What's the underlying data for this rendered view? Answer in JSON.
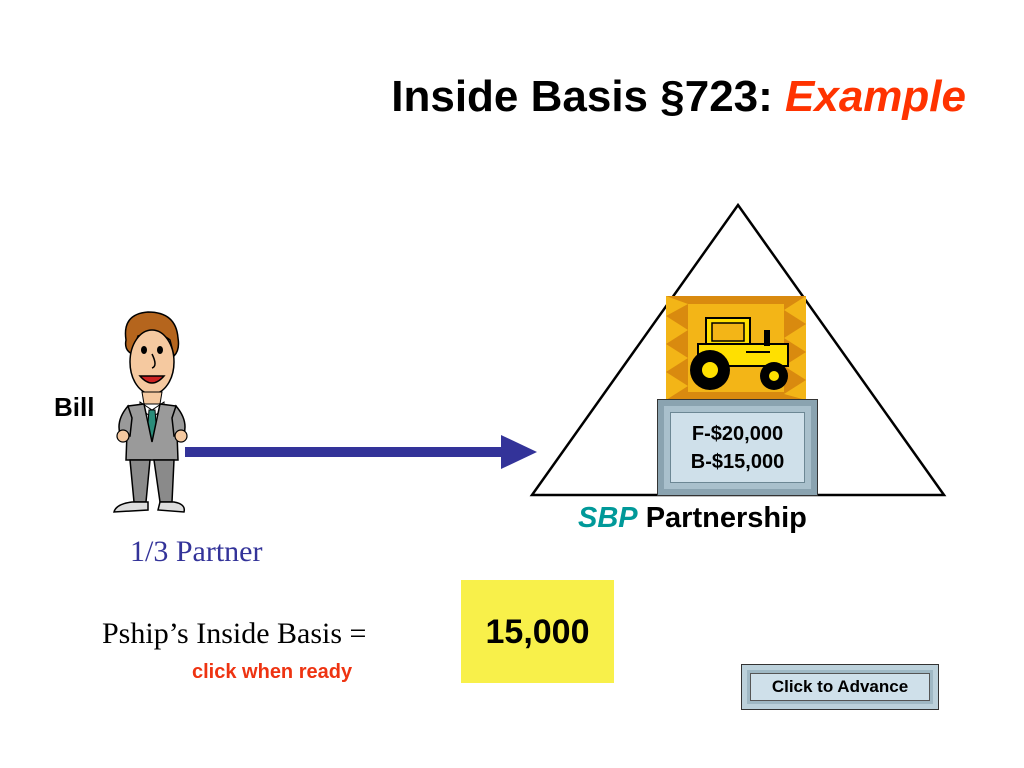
{
  "title": {
    "main": "Inside Basis §723: ",
    "accent": "Example",
    "accent_color": "#ff3300"
  },
  "partner": {
    "name": "Bill",
    "share_label": "1/3 Partner"
  },
  "partnership": {
    "abbr": "SBP",
    "abbr_color": "#009999",
    "name": " Partnership",
    "asset_icon": "tractor-icon",
    "fmv_line": "F-$20,000",
    "basis_line": "B-$15,000"
  },
  "inside_basis": {
    "label": "Pship’s Inside Basis =",
    "value": "15,000",
    "prompt": "click when ready"
  },
  "advance_button": {
    "label": "Click to Advance"
  },
  "colors": {
    "arrow": "#333399",
    "answer_box": "#f8f04a",
    "prompt": "#ee3311"
  }
}
